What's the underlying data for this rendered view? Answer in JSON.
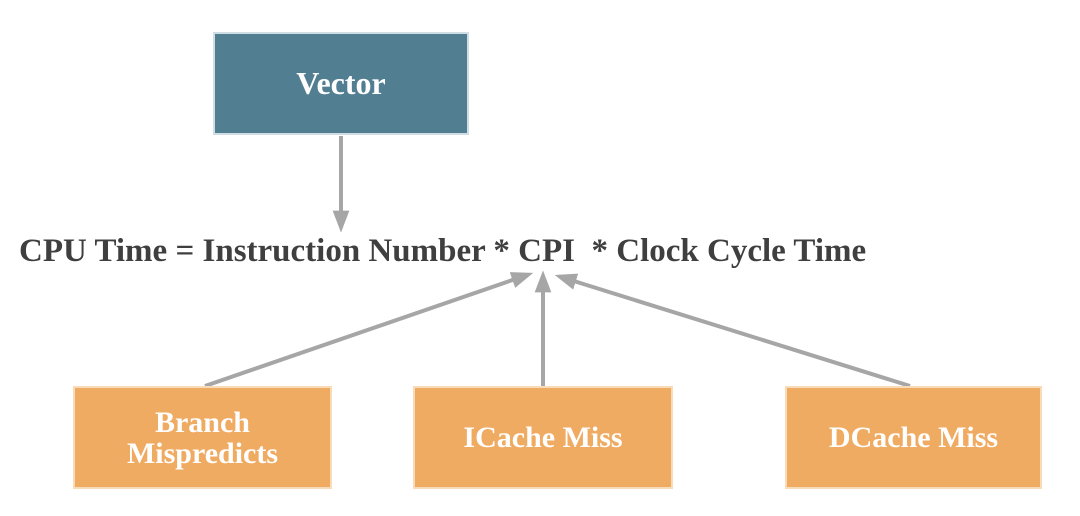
{
  "diagram": {
    "top_box": {
      "label": "Vector"
    },
    "equation": {
      "text": "CPU Time = Instruction Number * CPI  * Clock Cycle Time"
    },
    "bottom_boxes": [
      {
        "label": "Branch Mispredicts"
      },
      {
        "label": "ICache Miss"
      },
      {
        "label": "DCache Miss"
      }
    ],
    "arrows": [
      {
        "name": "vector-to-equation",
        "from": "Vector",
        "to": "CPU Time equation"
      },
      {
        "name": "branch-to-cpi",
        "from": "Branch Mispredicts",
        "to": "CPI"
      },
      {
        "name": "icache-to-cpi",
        "from": "ICache Miss",
        "to": "CPI"
      },
      {
        "name": "dcache-to-cpi",
        "from": "DCache Miss",
        "to": "CPI"
      }
    ],
    "colors": {
      "page_bg": "#FFFFFF",
      "top_box_fill": "#527E92",
      "top_box_border": "#CFDEE4",
      "bottom_box_fill": "#F0AB63",
      "bottom_box_border": "#F8DCBA",
      "box_text": "#FFFFFF",
      "equation_text": "#3F3F3F",
      "arrow": "#A6A6A6"
    }
  }
}
